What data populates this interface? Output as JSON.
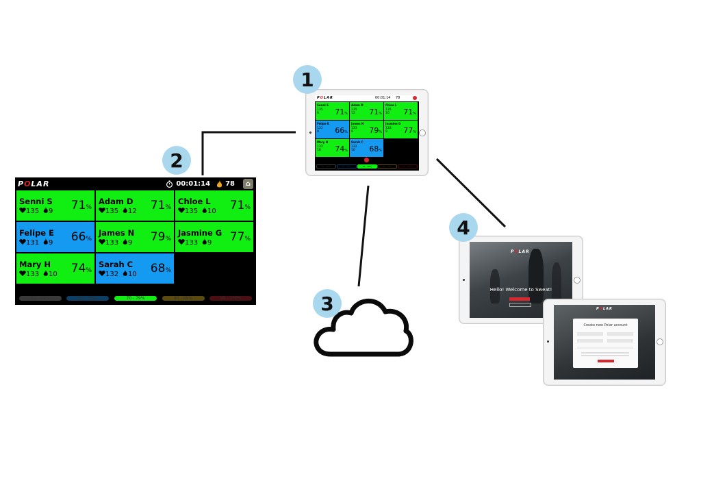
{
  "badges": [
    "1",
    "2",
    "3",
    "4"
  ],
  "brand": "POLAR",
  "tv": {
    "timer": "00:01:14",
    "calories": "78",
    "tiles": [
      {
        "name": "Senni S",
        "hr": "135",
        "kcal": "9",
        "pct": "71",
        "color": "#11ee11"
      },
      {
        "name": "Adam D",
        "hr": "135",
        "kcal": "12",
        "pct": "71",
        "color": "#11ee11"
      },
      {
        "name": "Chloe L",
        "hr": "135",
        "kcal": "10",
        "pct": "71",
        "color": "#11ee11"
      },
      {
        "name": "Felipe E",
        "hr": "131",
        "kcal": "9",
        "pct": "66",
        "color": "#149af0"
      },
      {
        "name": "James N",
        "hr": "133",
        "kcal": "9",
        "pct": "79",
        "color": "#11ee11"
      },
      {
        "name": "Jasmine G",
        "hr": "133",
        "kcal": "9",
        "pct": "77",
        "color": "#11ee11"
      },
      {
        "name": "Mary H",
        "hr": "133",
        "kcal": "10",
        "pct": "74",
        "color": "#11ee11"
      },
      {
        "name": "Sarah C",
        "hr": "132",
        "kcal": "10",
        "pct": "68",
        "color": "#149af0"
      }
    ],
    "percent_sign": "%",
    "zones": [
      {
        "label": "50 - 59%",
        "color": "#3a3a3a"
      },
      {
        "label": "60 - 69%",
        "color": "#0c3f63"
      },
      {
        "label": "70 - 79%",
        "color": "#11ee11"
      },
      {
        "label": "80 - 89%",
        "color": "#5a4a10"
      },
      {
        "label": "90 - 100%",
        "color": "#4a0f12"
      }
    ]
  },
  "tablet1": {
    "timer": "00:01:14",
    "calories": "78"
  },
  "tablet4a": {
    "greeting": "Hello! Welcome to Sweat!"
  },
  "tablet4b": {
    "title": "Create new Polar account"
  },
  "colors": {
    "badge": "#a9d7ee",
    "line": "#111111",
    "zone_green": "#11ee11",
    "zone_blue": "#149af0",
    "brand_red": "#d8282f"
  },
  "icons": [
    "stopwatch-icon",
    "flame-icon",
    "home-icon",
    "heart-icon",
    "cloud-icon"
  ]
}
